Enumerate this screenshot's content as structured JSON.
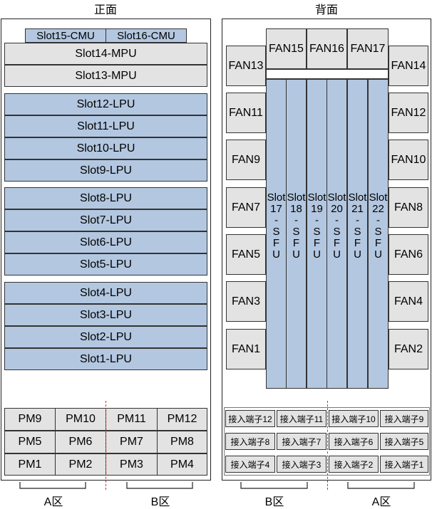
{
  "front": {
    "title": "正面",
    "cmu": [
      "Slot15-CMU",
      "Slot16-CMU"
    ],
    "mpu": [
      "Slot14-MPU",
      "Slot13-MPU"
    ],
    "lpu_group1": [
      "Slot12-LPU",
      "Slot11-LPU",
      "Slot10-LPU",
      "Slot9-LPU"
    ],
    "lpu_group2": [
      "Slot8-LPU",
      "Slot7-LPU",
      "Slot6-LPU",
      "Slot5-LPU"
    ],
    "lpu_group3": [
      "Slot4-LPU",
      "Slot3-LPU",
      "Slot2-LPU",
      "Slot1-LPU"
    ],
    "pm_rows": [
      [
        "PM9",
        "PM10",
        "PM11",
        "PM12"
      ],
      [
        "PM5",
        "PM6",
        "PM7",
        "PM8"
      ],
      [
        "PM1",
        "PM2",
        "PM3",
        "PM4"
      ]
    ],
    "zones": [
      "A区",
      "B区"
    ]
  },
  "back": {
    "title": "背面",
    "top_fans": [
      "FAN15",
      "FAN16",
      "FAN17"
    ],
    "left_fans": [
      "FAN13",
      "FAN11",
      "FAN9",
      "FAN7",
      "FAN5",
      "FAN3",
      "FAN1"
    ],
    "right_fans": [
      "FAN14",
      "FAN12",
      "FAN10",
      "FAN8",
      "FAN6",
      "FAN4",
      "FAN2"
    ],
    "sfu_slots": [
      {
        "line1": "Slot",
        "line2": "17",
        "rest": [
          "-",
          "S",
          "F",
          "U"
        ]
      },
      {
        "line1": "Slot",
        "line2": "18",
        "rest": [
          "-",
          "S",
          "F",
          "U"
        ]
      },
      {
        "line1": "Slot",
        "line2": "19",
        "rest": [
          "-",
          "S",
          "F",
          "U"
        ]
      },
      {
        "line1": "Slot",
        "line2": "20",
        "rest": [
          "-",
          "S",
          "F",
          "U"
        ]
      },
      {
        "line1": "Slot",
        "line2": "21",
        "rest": [
          "-",
          "S",
          "F",
          "U"
        ]
      },
      {
        "line1": "Slot",
        "line2": "22",
        "rest": [
          "-",
          "S",
          "F",
          "U"
        ]
      }
    ],
    "port_rows": [
      [
        "接入端子12",
        "接入端子11",
        "接入端子10",
        "接入端子9"
      ],
      [
        "接入端子8",
        "接入端子7",
        "接入端子6",
        "接入端子5"
      ],
      [
        "接入端子4",
        "接入端子3",
        "接入端子2",
        "接入端子1"
      ]
    ],
    "zones": [
      "B区",
      "A区"
    ]
  }
}
